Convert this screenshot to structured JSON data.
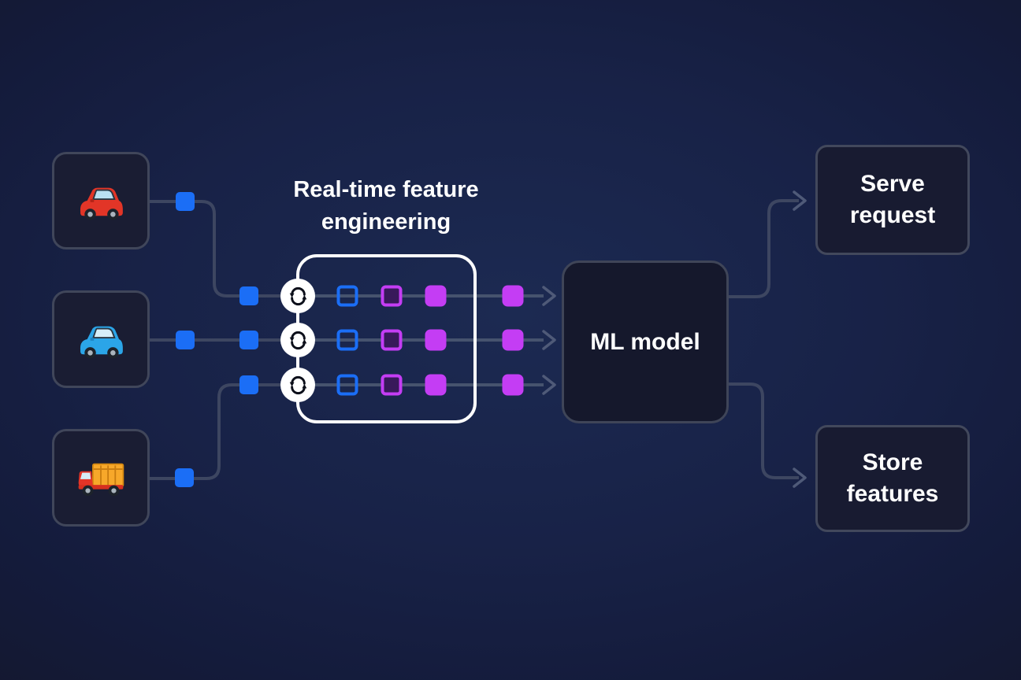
{
  "title": "Real-time feature engineering",
  "sources": [
    {
      "icon": "red-car"
    },
    {
      "icon": "blue-car"
    },
    {
      "icon": "delivery-truck"
    }
  ],
  "model": {
    "label": "ML model"
  },
  "outputs": [
    {
      "label": "Serve request"
    },
    {
      "label": "Store features"
    }
  ],
  "colors": {
    "accent_blue": "#1b6ef6",
    "accent_magenta": "#c43df4",
    "wire": "#3d4661",
    "feature_panel_border": "#ffffff",
    "background_center": "#1c2a52",
    "background_edge": "#131628"
  }
}
